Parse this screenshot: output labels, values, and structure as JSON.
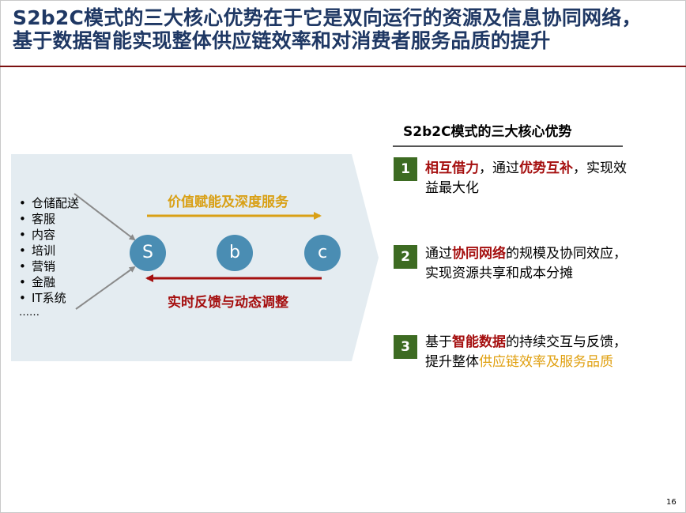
{
  "title": {
    "line1": "S2b2C模式的三大核心优势在于它是双向运行的资源及信息协同网络，",
    "line2": "基于数据智能实现整体供应链效率和对消费者服务品质的提升"
  },
  "diagram": {
    "bullets": [
      "仓储配送",
      "客服",
      "内容",
      "培训",
      "营销",
      "金融",
      "IT系统"
    ],
    "ellipsis": "……",
    "nodes": [
      "S",
      "b",
      "c"
    ],
    "forward_label": "价值赋能及深度服务",
    "backward_label": "实时反馈与动态调整"
  },
  "panel": {
    "title": "S2b2C模式的三大核心优势",
    "advantages": [
      {
        "number": "1",
        "lead": "相互借力",
        "t1": "，通过",
        "highlight": "优势互补",
        "t2": "，实现效益最大化"
      },
      {
        "number": "2",
        "t1": "通过",
        "highlight": "协同网络",
        "t2": "的规模及协同效应，实现资源共享和成本分摊"
      },
      {
        "number": "3",
        "t1": "基于",
        "highlight": "智能数据",
        "t2": "的持续交互与反馈，提升整体",
        "gold": "供应链效率及服务品质"
      }
    ]
  },
  "page_number": "16",
  "colors": {
    "title_blue": "#1f3864",
    "title_rule": "#7b1010",
    "node_blue": "#4a8db3",
    "forward_gold": "#d9a015",
    "backward_red": "#a50f0f",
    "number_green": "#3d6b22",
    "diagram_bg": "#e4ecf1"
  }
}
